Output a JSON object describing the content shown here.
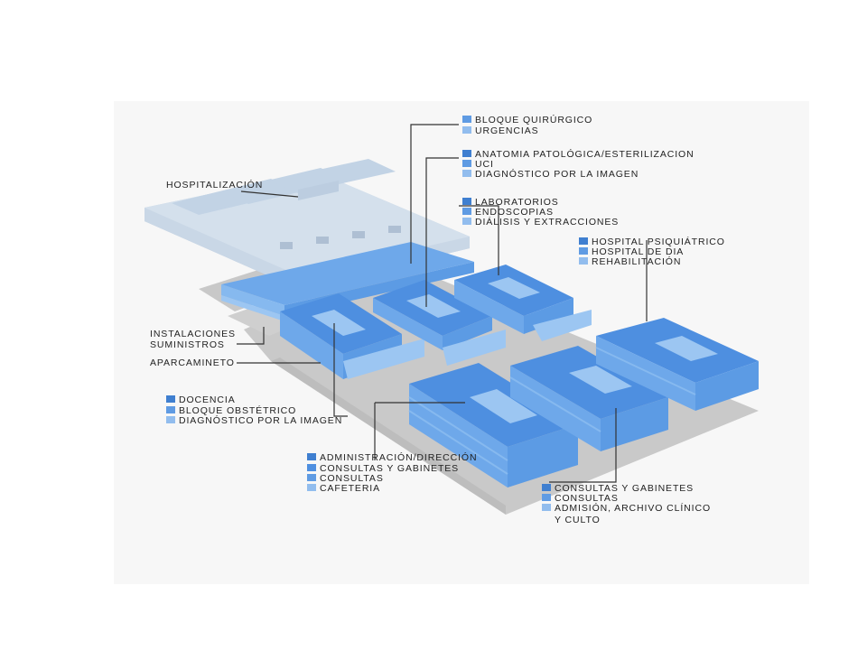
{
  "palette": {
    "base": "#c9c9c9",
    "hosp_top": "#cfdcea",
    "hosp_side": "#b7c8db",
    "blue_top": "#4e8fe0",
    "blue_1": "#5c9be4",
    "blue_2": "#6ea8ea",
    "blue_3": "#86b9ef",
    "light_block": "#9cc6f2",
    "legend_dark": "#3f7fd0",
    "legend_mid": "#5f9be3",
    "legend_light": "#92bdee"
  },
  "labels": {
    "hospitalizacion": "HOSPITALIZACIÓN",
    "instalaciones": "INSTALACIONES",
    "suministros": "SUMINISTROS",
    "aparcamiento": "APARCAMINETO"
  },
  "legends": {
    "quirurgico": [
      "BLOQUE QUIRÚRGICO",
      "URGENCIAS"
    ],
    "anatomia": [
      "ANATOMIA PATOLÓGICA/ESTERILIZACION",
      "UCI",
      "DIAGNÓSTICO POR LA IMAGEN"
    ],
    "laboratorios": [
      "LABORATORIOS",
      "ENDOSCOPIAS",
      "DIÁLISIS  Y EXTRACCIONES"
    ],
    "psiquiatrico": [
      "HOSPITAL PSIQUIÁTRICO",
      "HOSPITAL DE DIA",
      "REHABILITACIÓN"
    ],
    "docencia": [
      "DOCENCIA",
      "BLOQUE OBSTÉTRICO",
      "DIAGNÓSTICO POR LA IMAGEN"
    ],
    "administracion": [
      "ADMINISTRACIÓN/DIRECCIÓN",
      "CONSULTAS Y GABINETES",
      "CONSULTAS",
      "CAFETERIA"
    ],
    "consultas": [
      "CONSULTAS Y GABINETES",
      "CONSULTAS",
      "ADMISIÓN, ARCHIVO CLÍNICO",
      "Y CULTO"
    ]
  }
}
